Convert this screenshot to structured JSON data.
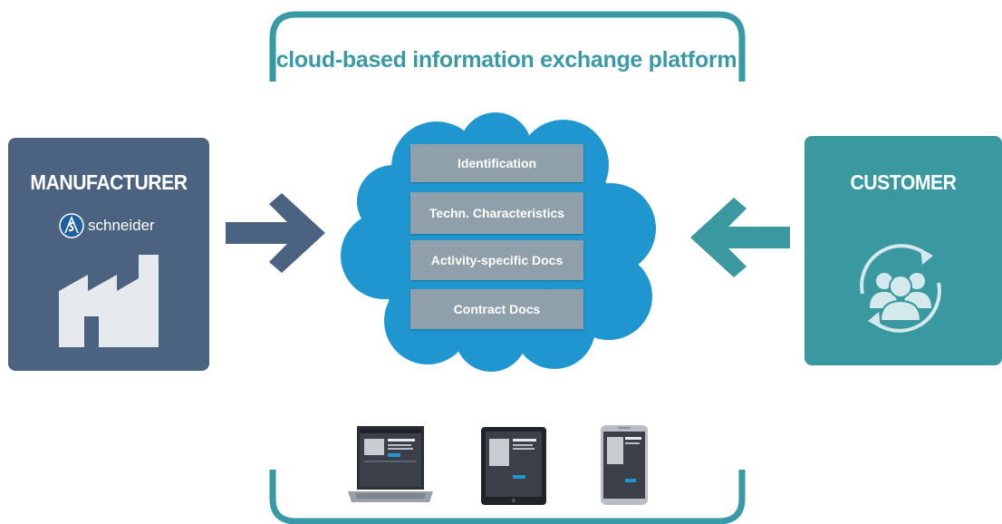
{
  "platform": {
    "title": "cloud-based information exchange platform",
    "frame_color": "#3a99a7"
  },
  "manufacturer": {
    "title": "MANUFACTURER",
    "brand_name": "schneider",
    "brand_icon": "schneider-logo-icon",
    "icon": "factory-icon",
    "color": "#4b6380"
  },
  "customer": {
    "title": "CUSTOMER",
    "icon": "user-group-cycle-icon",
    "color": "#3a98a0"
  },
  "cloud": {
    "color": "#1f96d0",
    "documents": [
      "Identification",
      "Techn. Characteristics",
      "Activity-specific Docs",
      "Contract Docs"
    ]
  },
  "arrows": {
    "left_color": "#4b6380",
    "right_color": "#3a98a0"
  },
  "devices": [
    "laptop-icon",
    "tablet-icon",
    "smartphone-icon"
  ]
}
